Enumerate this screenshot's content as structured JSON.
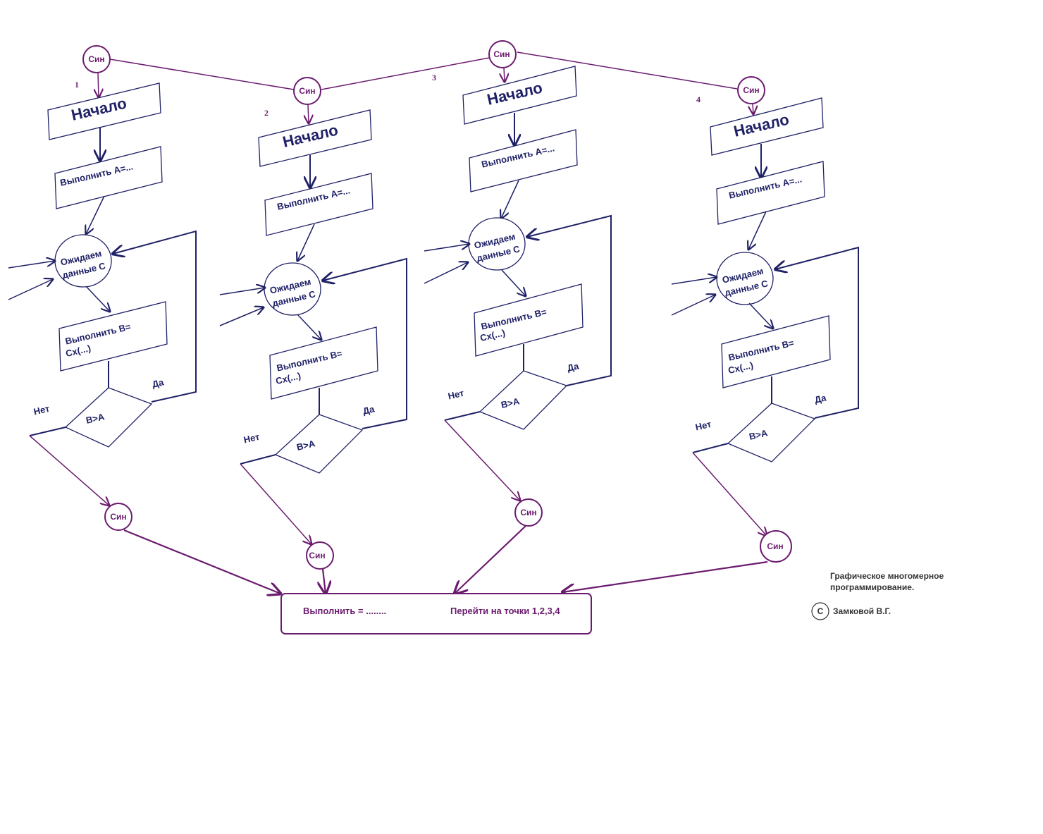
{
  "diagram": {
    "sync_label": "Син",
    "start_label": "Начало",
    "exec_a_label": "Выполнить А=...",
    "wait_label_line1": "Ожидаем",
    "wait_label_line2": "данные С",
    "exec_b_line1": "Выполнить В=",
    "exec_b_line2": "Сх(...)",
    "cond_label": "В>А",
    "yes_label": "Да",
    "no_label": "Нет",
    "branch_numbers": [
      "1",
      "2",
      "3",
      "4"
    ]
  },
  "final_block": {
    "exec_label": "Выполнить = ........",
    "goto_label": "Перейти на точки 1,2,3,4"
  },
  "note": {
    "line1": "Графическое  многомерное",
    "line2": "программирование.",
    "copyright_symbol": "С",
    "author": "Замковой В.Г."
  },
  "colors": {
    "navy": "#1f2166",
    "purple": "#6b1b6e"
  }
}
